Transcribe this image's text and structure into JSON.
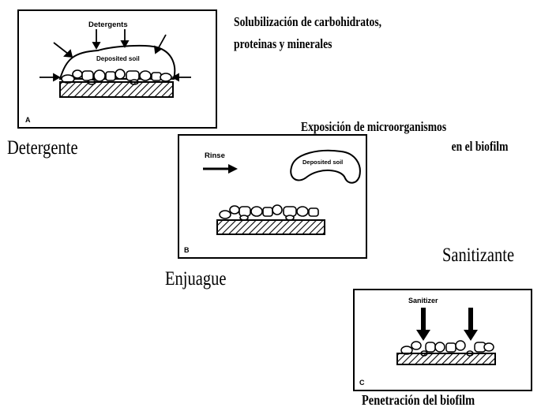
{
  "panels": {
    "a": {
      "letter": "A",
      "arrow_label": "Detergents",
      "soil_label": "Deposited soil",
      "caption": "Detergente",
      "note_lines": [
        "Solubilización de carbohidratos,",
        "proteinas y minerales"
      ]
    },
    "b": {
      "letter": "B",
      "arrow_label": "Rinse",
      "soil_label": "Deposited soil",
      "caption": "Enjuague",
      "note_lines": [
        "Exposición de microorganismos",
        "en el biofilm"
      ]
    },
    "c": {
      "letter": "C",
      "arrow_label": "Sanitizer",
      "caption": "Sanitizante",
      "note_lines": [
        "Penetración del biofilm"
      ]
    }
  }
}
